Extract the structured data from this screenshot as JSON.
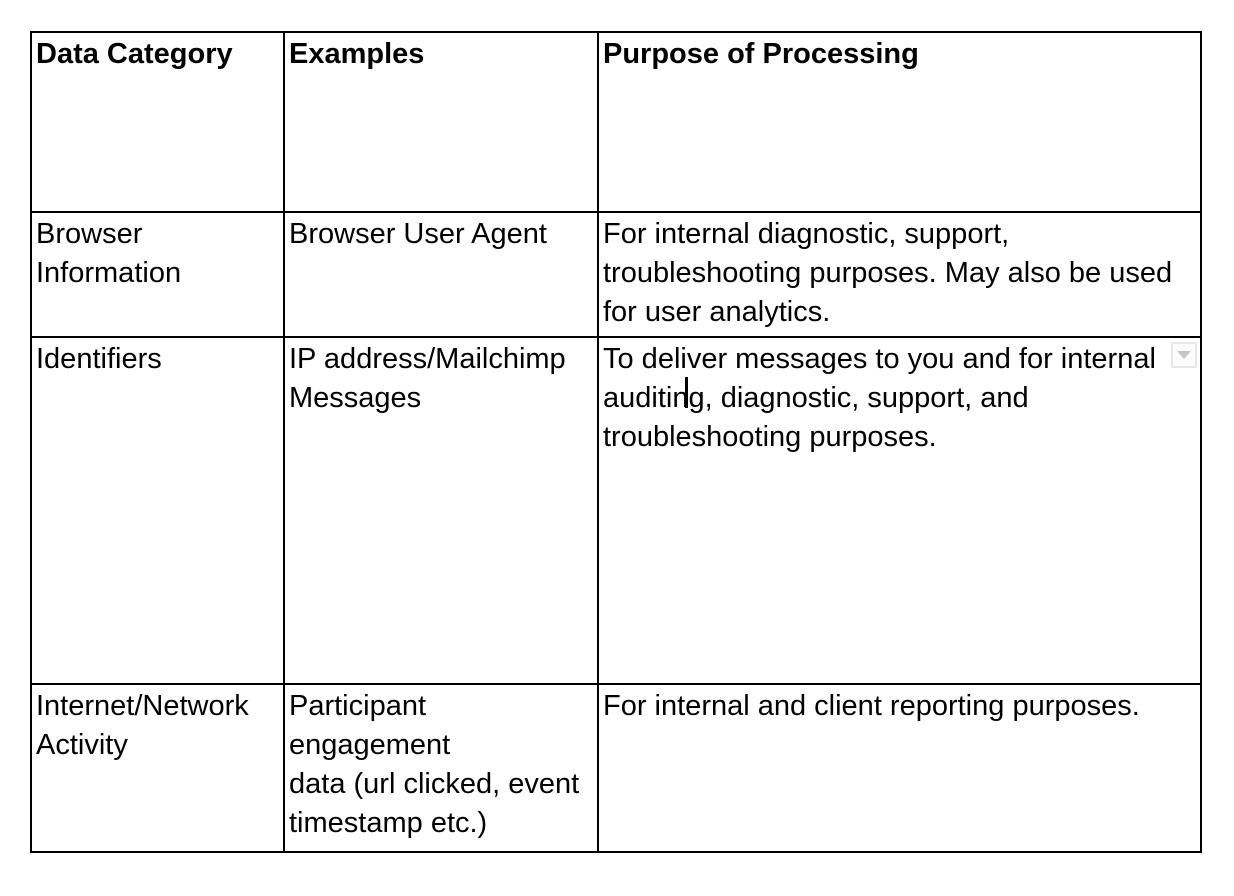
{
  "table": {
    "headers": [
      "Data Category",
      "Examples",
      "Purpose of Processing"
    ],
    "rows": [
      {
        "category": "Browser\nInformation",
        "examples": "Browser User Agent",
        "purpose": "For internal diagnostic, support,\ntroubleshooting purposes. May also be used\nfor user analytics."
      },
      {
        "category": "Identifiers",
        "examples": "IP address/Mailchimp\nMessages",
        "purpose": "To deliver messages to you and for internal\nauditing, diagnostic, support, and\ntroubleshooting purposes."
      },
      {
        "category": "Internet/Network\nActivity",
        "examples": "Participant engagement\ndata (url clicked, event\ntimestamp etc.)",
        "purpose": "For internal and client reporting purposes."
      }
    ]
  },
  "editor": {
    "caret_visible": "true",
    "dropdown_icon": "dropdown-arrow"
  },
  "colors": {
    "background": "#ffffff",
    "text": "#000000",
    "table_border": "#000000",
    "dropdown_background": "#fbfbfb",
    "dropdown_border": "#e7e7e7",
    "dropdown_arrow": "#c5c5c5"
  }
}
